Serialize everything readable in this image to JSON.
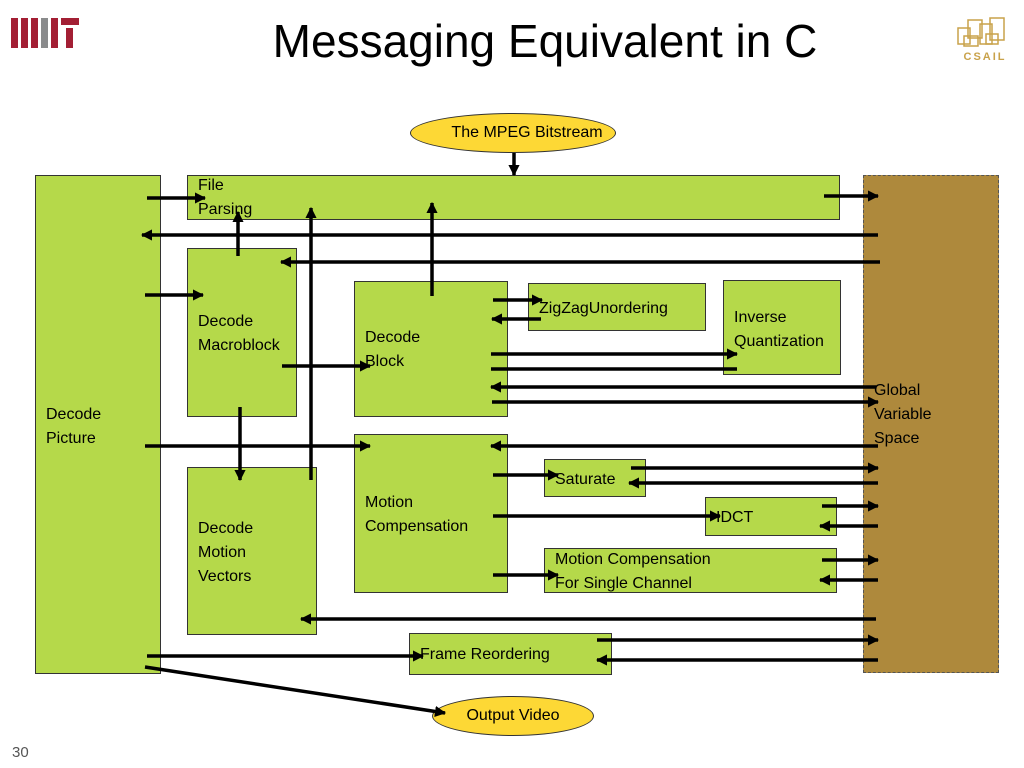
{
  "slide": {
    "title": "Messaging Equivalent in C",
    "page_number": "30",
    "logos": {
      "left": "mit-logo",
      "right": "csail-logo",
      "right_text": "CSAIL"
    }
  },
  "diagram": {
    "input": "The MPEG Bitstream",
    "output": "Output Video",
    "global_space": "Global\nVariable\nSpace",
    "modules": {
      "decode_picture": "Decode\nPicture",
      "file_parsing": "File\nParsing",
      "decode_macroblock": "Decode\nMacroblock",
      "decode_block": "Decode\nBlock",
      "zigzag": "ZigZagUnordering",
      "inverse_quantization": "Inverse\nQuantization",
      "motion_compensation": "Motion\nCompensation",
      "decode_motion_vectors": "Decode\nMotion\nVectors",
      "saturate": "Saturate",
      "idct": "IDCT",
      "mc_single_channel": "Motion Compensation\nFor Single Channel",
      "frame_reordering": "Frame Reordering"
    }
  },
  "colors": {
    "module_fill": "#b5d94a",
    "global_fill": "#ae893c",
    "oval_fill": "#fdd835",
    "mit_red": "#a31f34"
  }
}
